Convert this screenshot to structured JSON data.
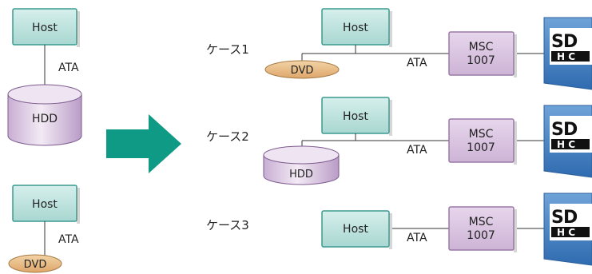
{
  "colors": {
    "host_fill": "#bfe3df",
    "host_border": "#3a9a8f",
    "msc_fill": "#dcc7e2",
    "msc_border": "#9a78a8",
    "hdd_fill": "#dcc7e2",
    "dvd_fill": "#e9c08a",
    "arrow": "#0f9a86",
    "line": "#333333",
    "sd_card": "#4a84c4",
    "text": "#222222"
  },
  "left": {
    "top": {
      "host": "Host",
      "bus": "ATA",
      "device": "HDD"
    },
    "bottom": {
      "host": "Host",
      "bus": "ATA",
      "device": "DVD"
    }
  },
  "cases": [
    {
      "label": "ケース1",
      "host": "Host",
      "bus": "ATA",
      "device": "DVD",
      "msc_line1": "MSC",
      "msc_line2": "1007"
    },
    {
      "label": "ケース2",
      "host": "Host",
      "bus": "ATA",
      "device": "HDD",
      "msc_line1": "MSC",
      "msc_line2": "1007"
    },
    {
      "label": "ケース3",
      "host": "Host",
      "bus": "ATA",
      "device": "",
      "msc_line1": "MSC",
      "msc_line2": "1007"
    }
  ],
  "icons": {
    "arrow": "right-arrow-icon",
    "card": "sd-card-icon"
  }
}
